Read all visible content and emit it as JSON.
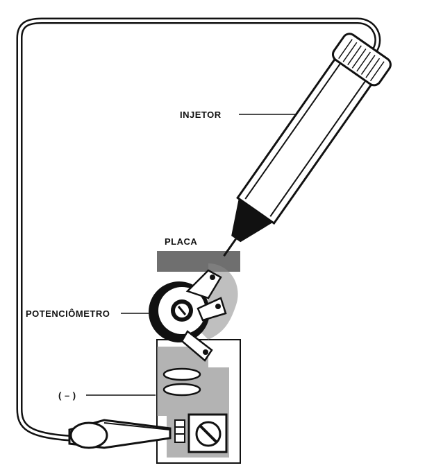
{
  "labels": {
    "injector": "INJETOR",
    "board": "PLACA",
    "potentiometer": "POTENCIÔMETRO",
    "negative": "( – )"
  },
  "colors": {
    "ink": "#111111",
    "copper": "#6f6f6f",
    "paper": "#ffffff"
  }
}
